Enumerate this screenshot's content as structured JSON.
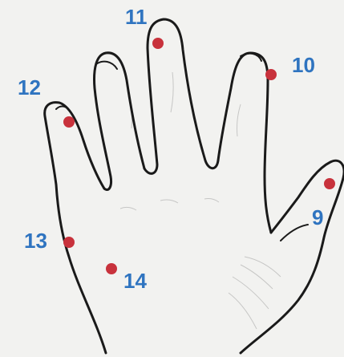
{
  "diagram": {
    "colors": {
      "background": "#f2f2f0",
      "outline": "#1a1a1a",
      "point": "#c8323c",
      "label": "#2f74c0"
    },
    "points": [
      {
        "id": "p9",
        "label": "9"
      },
      {
        "id": "p10",
        "label": "10"
      },
      {
        "id": "p11",
        "label": "11"
      },
      {
        "id": "p12",
        "label": "12"
      },
      {
        "id": "p13",
        "label": "13"
      },
      {
        "id": "p14",
        "label": "14"
      }
    ]
  }
}
